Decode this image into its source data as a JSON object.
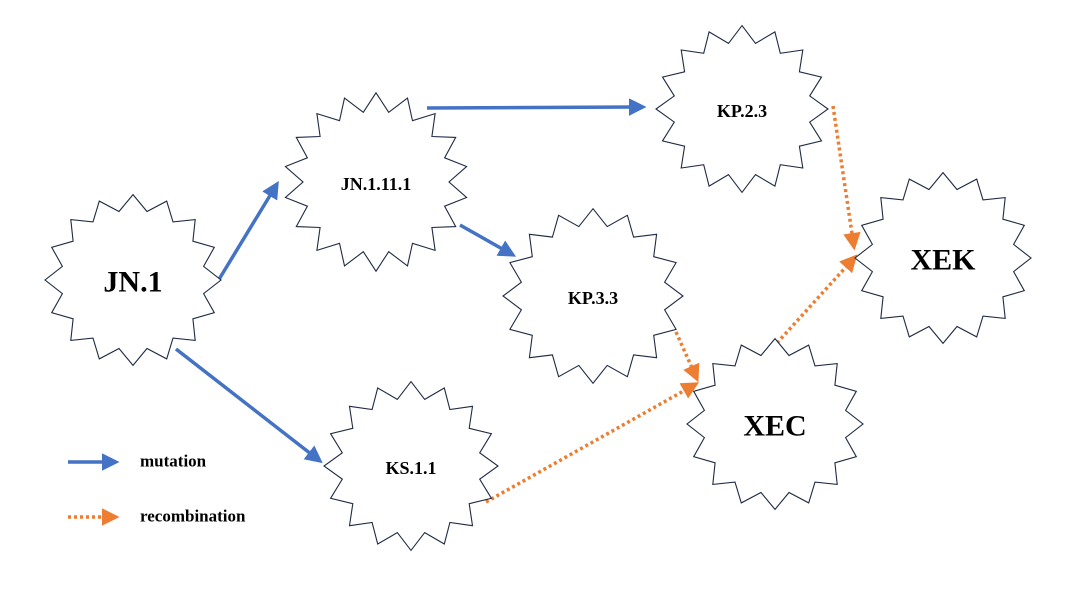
{
  "colors": {
    "mutation": "#4472C4",
    "recombination": "#ED7D31",
    "node_stroke": "#1f2a44",
    "node_fill": "#ffffff",
    "text": "#000000"
  },
  "nodes": [
    {
      "id": "JN.1",
      "label": "JN.1"
    },
    {
      "id": "JN.1.11.1",
      "label": "JN.1.11.1"
    },
    {
      "id": "KP.2.3",
      "label": "KP.2.3"
    },
    {
      "id": "KP.3.3",
      "label": "KP.3.3"
    },
    {
      "id": "KS.1.1",
      "label": "KS.1.1"
    },
    {
      "id": "XEC",
      "label": "XEC"
    },
    {
      "id": "XEK",
      "label": "XEK"
    }
  ],
  "edges": [
    {
      "from": "JN.1",
      "to": "JN.1.11.1",
      "type": "mutation"
    },
    {
      "from": "JN.1",
      "to": "KS.1.1",
      "type": "mutation"
    },
    {
      "from": "JN.1.11.1",
      "to": "KP.2.3",
      "type": "mutation"
    },
    {
      "from": "JN.1.11.1",
      "to": "KP.3.3",
      "type": "mutation"
    },
    {
      "from": "KP.3.3",
      "to": "XEC",
      "type": "recombination"
    },
    {
      "from": "KS.1.1",
      "to": "XEC",
      "type": "recombination"
    },
    {
      "from": "KP.2.3",
      "to": "XEK",
      "type": "recombination"
    },
    {
      "from": "XEC",
      "to": "XEK",
      "type": "recombination"
    }
  ],
  "legend": {
    "mutation": "mutation",
    "recombination": "recombination"
  }
}
